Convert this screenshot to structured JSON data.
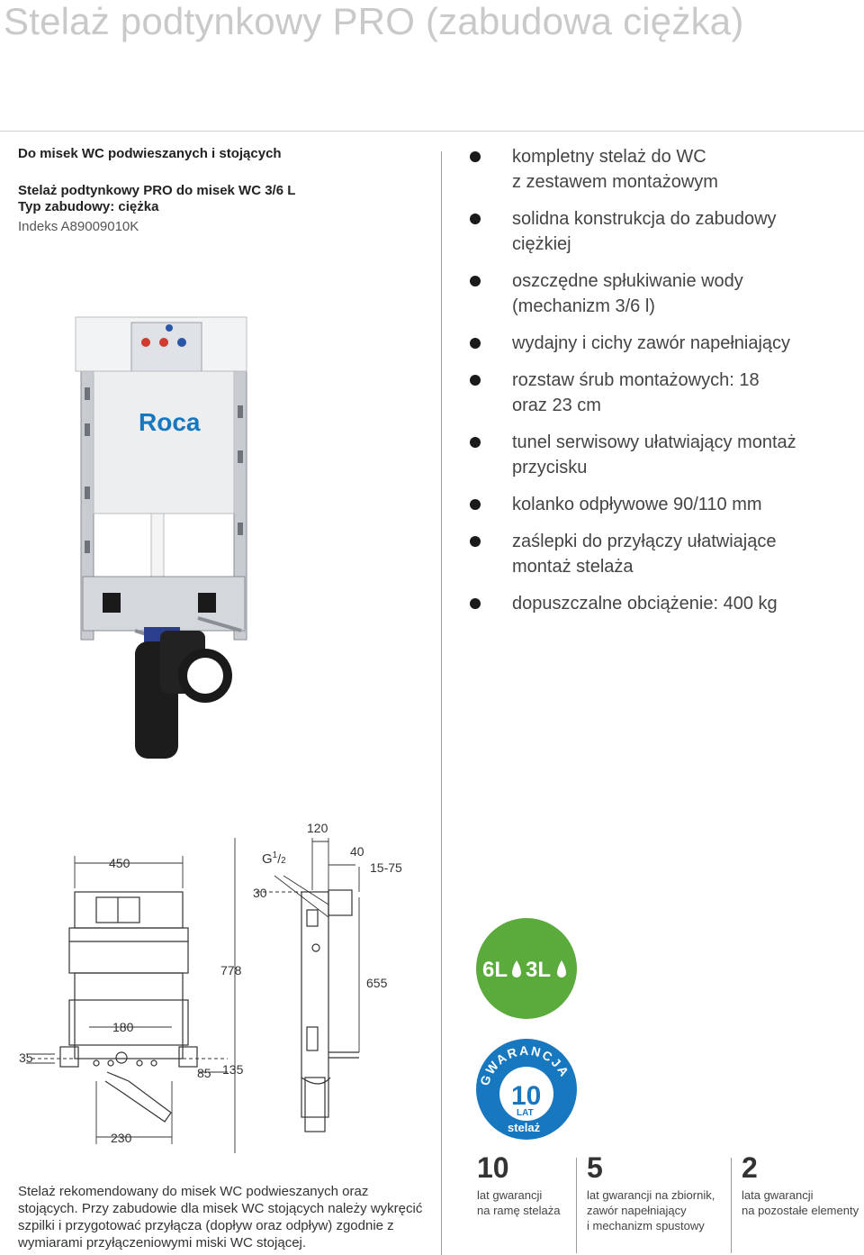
{
  "page": {
    "title": "Stelaż podtynkowy PRO (zabudowa ciężka)"
  },
  "product": {
    "category": "Do misek WC podwieszanych i stojących",
    "name": "Stelaż podtynkowy PRO do misek WC 3/6 L",
    "build_type": "Typ zabudowy: ciężka",
    "index": "Indeks A89009010K",
    "brand_logo": "Roca"
  },
  "features": [
    {
      "line1": "kompletny stelaż do WC",
      "line2": "z zestawem montażowym"
    },
    {
      "line1": "solidna konstrukcja do zabudowy",
      "line2": "ciężkiej"
    },
    {
      "line1": "oszczędne spłukiwanie wody",
      "line2": "(mechanizm 3/6 l)"
    },
    {
      "line1": "wydajny i cichy zawór napełniający",
      "line2": ""
    },
    {
      "line1": "rozstaw śrub montażowych: 18",
      "line2": "oraz 23 cm"
    },
    {
      "line1": "tunel serwisowy ułatwiający montaż",
      "line2": "przycisku"
    },
    {
      "line1": "kolanko odpływowe 90/110 mm",
      "line2": ""
    },
    {
      "line1": "zaślepki do przyłączy ułatwiające",
      "line2": "montaż stelaża"
    },
    {
      "line1": "dopuszczalne obciążenie: 400 kg",
      "line2": ""
    }
  ],
  "dimensions": {
    "d450": "450",
    "d120": "120",
    "d40": "40",
    "d15_75": "15-75",
    "g_label": "G",
    "g_sup": "1",
    "g_sub": "2",
    "d30": "30",
    "d778": "778",
    "d655": "655",
    "d180": "180",
    "d35": "35",
    "d85": "85",
    "d135": "135",
    "d230": "230"
  },
  "badges": {
    "flush_6": "6L",
    "flush_3": "3L",
    "guarantee_arc": "GWARANCJA",
    "guarantee_years": "10",
    "guarantee_unit": "LAT",
    "guarantee_item": "stelaż",
    "colors": {
      "green": "#5aab3c",
      "blue": "#1778c0"
    }
  },
  "note": {
    "text": "Stelaż rekomendowany do misek WC podwieszanych oraz stojących. Przy zabudowie dla misek WC stojących należy wykręcić szpilki i przygotować przyłącza (dopływ oraz odpływ) zgodnie z wymiarami przyłączeniowymi miski WC stojącej."
  },
  "warranty": [
    {
      "years": "10",
      "line1": "lat gwarancji",
      "line2": "na ramę stelaża",
      "line3": ""
    },
    {
      "years": "5",
      "line1": "lat gwarancji na zbiornik,",
      "line2": "zawór napełniający",
      "line3": "i mechanizm spustowy"
    },
    {
      "years": "2",
      "line1": "lata gwarancji",
      "line2": "na pozostałe elementy",
      "line3": ""
    }
  ]
}
